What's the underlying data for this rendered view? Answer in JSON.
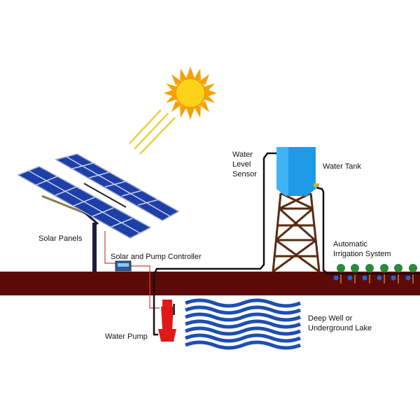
{
  "labels": {
    "solar_panels": "Solar Panels",
    "controller": "Solar and Pump Controller",
    "water_pump": "Water Pump",
    "sensor_line1": "Water",
    "sensor_line2": "Level",
    "sensor_line3": "Sensor",
    "water_tank": "Water Tank",
    "irrigation_line1": "Automatic",
    "irrigation_line2": "Irrigation System",
    "well_line1": "Deep Well or",
    "well_line2": "Underground Lake"
  },
  "colors": {
    "ground": "#5c0a08",
    "water": "#1e4fb0",
    "tank": "#1e9be8",
    "panel": "#1d3fa8",
    "sun": "#f7b500",
    "pump": "#e01818",
    "tower": "#5a2a10"
  }
}
